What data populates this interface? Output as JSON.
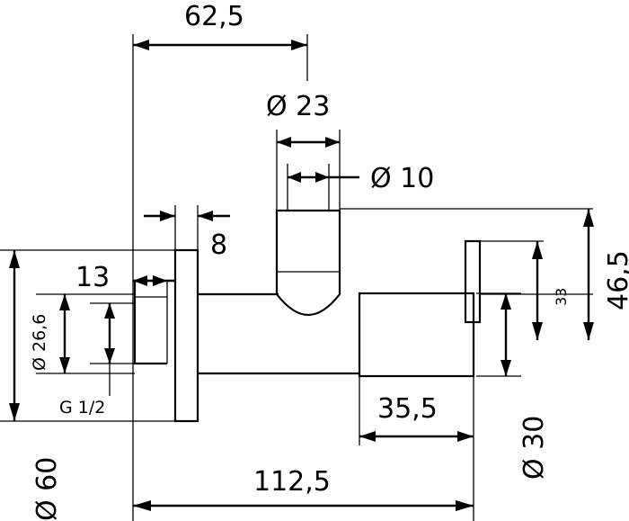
{
  "dimensions": {
    "width_top": "62,5",
    "dia_23": "Ø 23",
    "dia_10": "Ø 10",
    "flange_8": "8",
    "thread_13": "13",
    "dia_26_6": "Ø 26,6",
    "thread_g": "G 1/2",
    "height_46_5": "46,5",
    "height_33": "33",
    "length_35_5": "35,5",
    "dia_30": "Ø 30",
    "length_112_5": "112,5",
    "dia_60": "Ø 60"
  }
}
